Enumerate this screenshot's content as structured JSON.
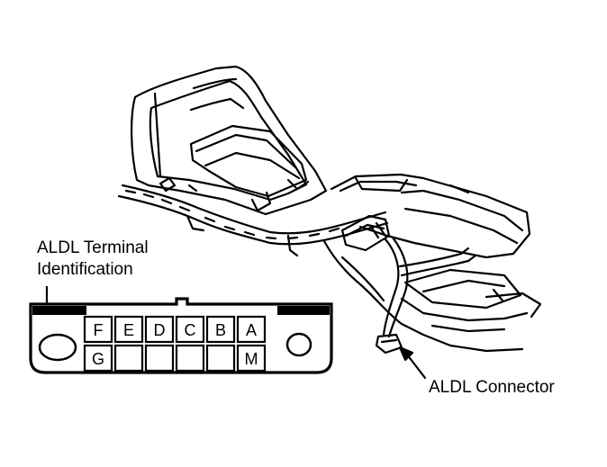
{
  "labels": {
    "terminal_id_line1": "ALDL Terminal",
    "terminal_id_line2": "Identification",
    "connector": "ALDL Connector"
  },
  "connector_pins": {
    "top_row": [
      "F",
      "E",
      "D",
      "C",
      "B",
      "A"
    ],
    "bottom_row": [
      "G",
      "",
      "",
      "",
      "",
      "M"
    ]
  },
  "colors": {
    "ink": "#000000",
    "paper": "#ffffff"
  }
}
